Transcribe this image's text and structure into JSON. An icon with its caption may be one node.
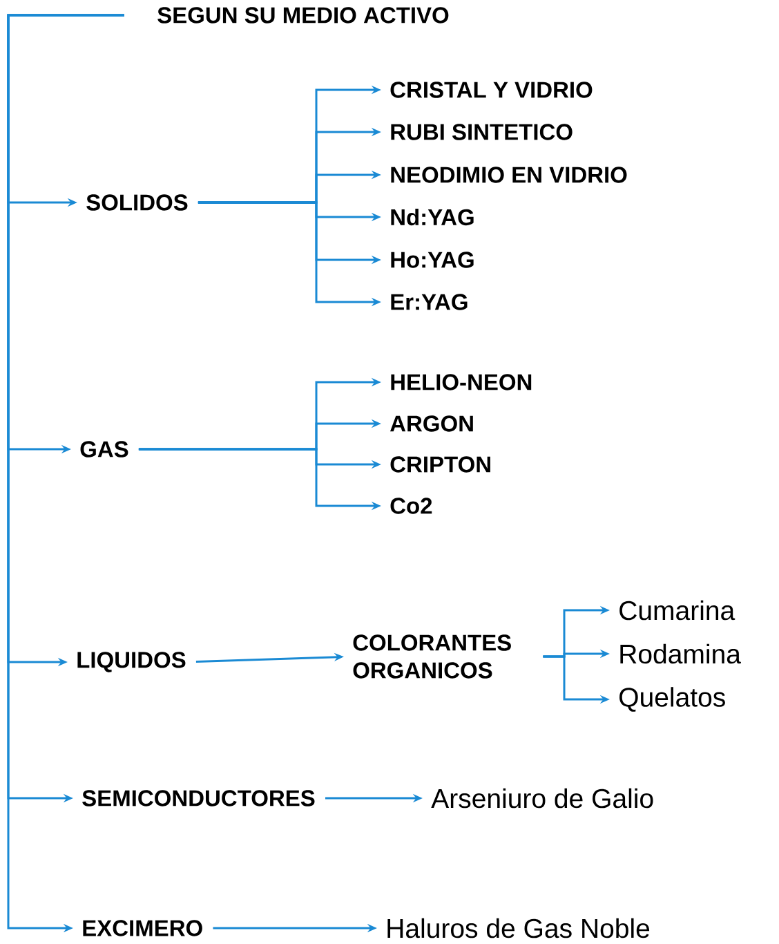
{
  "diagram": {
    "nodes": [
      {
        "text": [
          "SEGUN SU MEDIO ACTIVO"
        ]
      },
      {
        "text": [
          "SOLIDOS"
        ]
      },
      {
        "text": [
          "CRISTAL Y VIDRIO"
        ]
      },
      {
        "text": [
          "RUBI SINTETICO"
        ]
      },
      {
        "text": [
          "NEODIMIO EN VIDRIO"
        ]
      },
      {
        "text": [
          "Nd:YAG"
        ]
      },
      {
        "text": [
          "Ho:YAG"
        ]
      },
      {
        "text": [
          "Er:YAG"
        ]
      },
      {
        "text": [
          "GAS"
        ]
      },
      {
        "text": [
          "HELIO-NEON"
        ]
      },
      {
        "text": [
          "ARGON"
        ]
      },
      {
        "text": [
          "CRIPTON"
        ]
      },
      {
        "text": [
          "Co2"
        ]
      },
      {
        "text": [
          "LIQUIDOS"
        ]
      },
      {
        "text": [
          "COLORANTES ORGANICOS"
        ]
      },
      {
        "text": [
          "Cumarina"
        ]
      },
      {
        "text": [
          "Rodamina"
        ]
      },
      {
        "text": [
          "Quelatos"
        ]
      },
      {
        "text": [
          "SEMICONDUCTORES"
        ]
      },
      {
        "text": [
          "Arseniuro de Galio"
        ]
      },
      {
        "text": [
          "EXCIMERO"
        ]
      },
      {
        "text": [
          "Haluros de Gas Noble"
        ]
      }
    ],
    "edges": [
      {
        "from": 0,
        "to": 1,
        "arrow": "to"
      },
      {
        "from": 0,
        "to": 8,
        "arrow": "to"
      },
      {
        "from": 0,
        "to": 13,
        "arrow": "to"
      },
      {
        "from": 0,
        "to": 18,
        "arrow": "to"
      },
      {
        "from": 0,
        "to": 20,
        "arrow": "to"
      },
      {
        "from": 1,
        "to": 2,
        "arrow": "to"
      },
      {
        "from": 1,
        "to": 3,
        "arrow": "to"
      },
      {
        "from": 1,
        "to": 4,
        "arrow": "to"
      },
      {
        "from": 1,
        "to": 5,
        "arrow": "to"
      },
      {
        "from": 1,
        "to": 6,
        "arrow": "to"
      },
      {
        "from": 1,
        "to": 7,
        "arrow": "to"
      },
      {
        "from": 8,
        "to": 9,
        "arrow": "to"
      },
      {
        "from": 8,
        "to": 10,
        "arrow": "to"
      },
      {
        "from": 8,
        "to": 11,
        "arrow": "to"
      },
      {
        "from": 8,
        "to": 12,
        "arrow": "to"
      },
      {
        "from": 13,
        "to": 14,
        "arrow": "to"
      },
      {
        "from": 14,
        "to": 15,
        "arrow": "to"
      },
      {
        "from": 14,
        "to": 16,
        "arrow": "to"
      },
      {
        "from": 14,
        "to": 17,
        "arrow": "to"
      },
      {
        "from": 18,
        "to": 19,
        "arrow": "to"
      },
      {
        "from": 20,
        "to": 21,
        "arrow": "to"
      }
    ]
  }
}
